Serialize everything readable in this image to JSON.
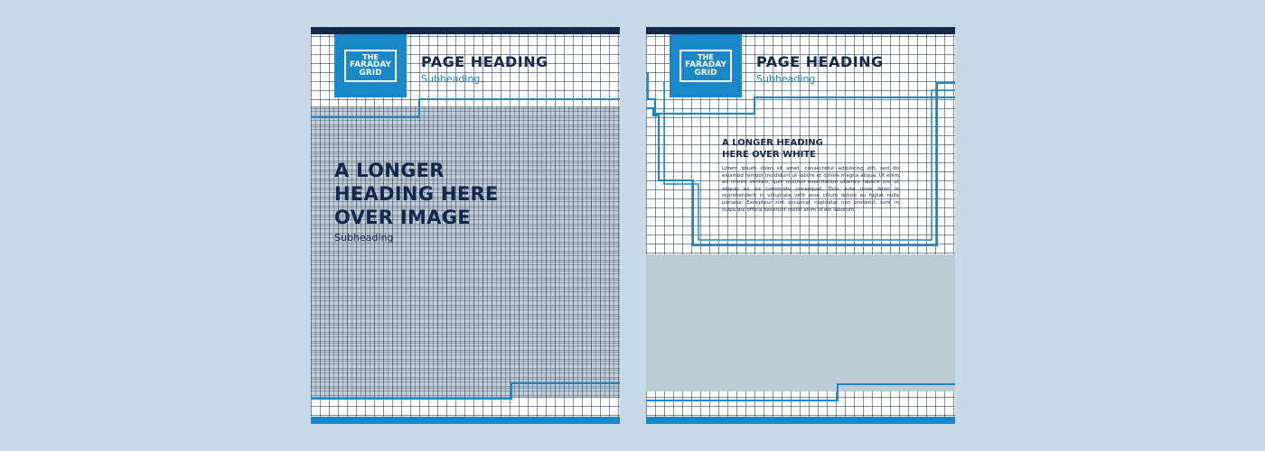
{
  "colors": {
    "background": "#c7d9e7",
    "navy": "#14284b",
    "blue": "#1a87c9",
    "logo_bg": "#1a87c9"
  },
  "logo": {
    "lines": [
      "THE",
      "FARADAY",
      "GRID"
    ]
  },
  "left_page": {
    "page_heading": "PAGE HEADING",
    "subheading": "Subheading",
    "image_heading_lines": [
      "A LONGER",
      "HEADING HERE",
      "OVER IMAGE"
    ],
    "image_subheading": "Subheading"
  },
  "right_page": {
    "page_heading": "PAGE HEADING",
    "subheading": "Subheading",
    "article_heading_lines": [
      "A LONGER HEADING",
      "HERE OVER WHITE"
    ],
    "article_body": "Lorem ipsum dolor sit amet, consectetur adipiscing elit, sed do eiusmod tempor incididunt ut labore et dolore magna aliqua. Ut enim ad minim veniam, quis nostrud exercitation ullamco laboris nisi ut aliquip ex ea commodo consequat. Duis aute irure dolor in reprehenderit in voluptate velit esse cillum dolore eu fugiat nulla pariatur. Excepteur sint occaecat cupidatat non proident, sunt in culpa qui officia deserunt mollit anim id est laborum."
  }
}
